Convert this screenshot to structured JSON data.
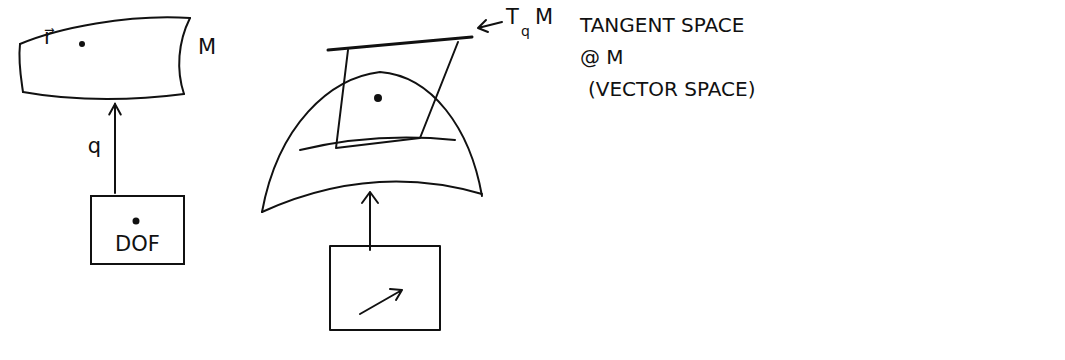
{
  "diagram": {
    "nodes": [
      {
        "text": [
          "r⃗",
          "M"
        ]
      },
      {
        "text": [
          "DOF"
        ]
      }
    ],
    "edges": [
      {
        "from": 1,
        "to": 0,
        "arrow": "to",
        "label": "q"
      }
    ],
    "labels": [
      "T",
      "q",
      "M",
      "TANGENT SPACE",
      "@ M",
      "(VECTOR SPACE)"
    ]
  }
}
